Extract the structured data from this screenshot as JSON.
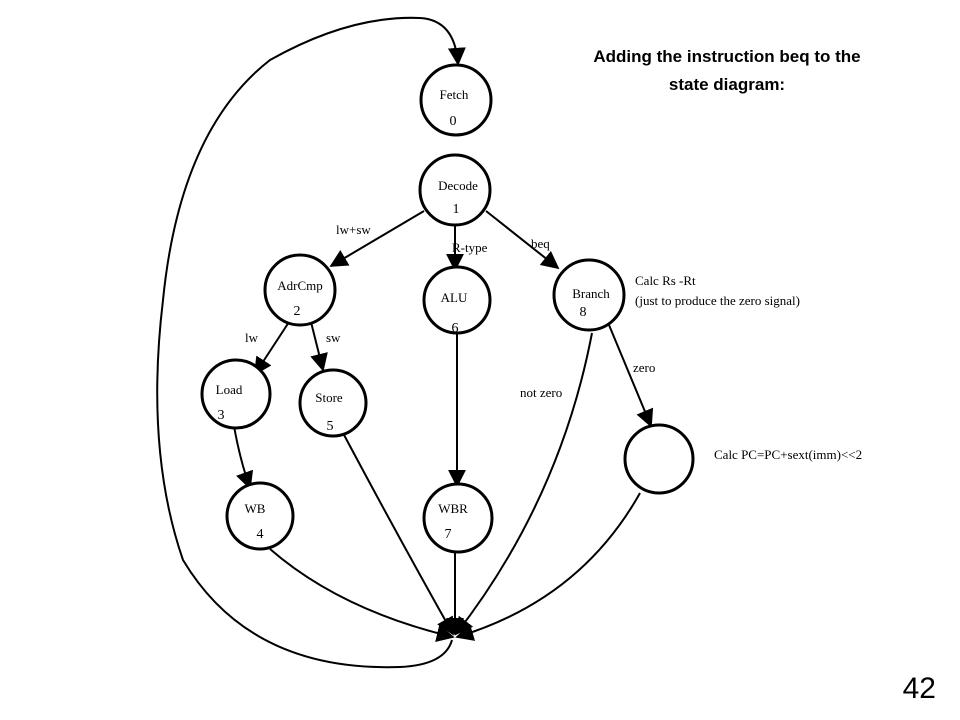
{
  "title": {
    "line1": "Adding the instruction beq to the",
    "line2": "state diagram:"
  },
  "states": {
    "fetch": {
      "name": "Fetch",
      "number": "0"
    },
    "decode": {
      "name": "Decode",
      "number": "1"
    },
    "adrcmp": {
      "name": "AdrCmp",
      "number": "2"
    },
    "alu": {
      "name": "ALU",
      "number": "6"
    },
    "branch": {
      "name": "Branch",
      "number": "8"
    },
    "load": {
      "name": "Load",
      "number": "3"
    },
    "store": {
      "name": "Store",
      "number": "5"
    },
    "wb": {
      "name": "WB",
      "number": "4"
    },
    "wbr": {
      "name": "WBR",
      "number": "7"
    },
    "new_state": {
      "name": "",
      "number": ""
    }
  },
  "edge_labels": {
    "lw_sw": "lw+sw",
    "r_type": "R-type",
    "beq": "beq",
    "lw": "lw",
    "sw": "sw",
    "zero": "zero",
    "not_zero": "not zero"
  },
  "notes": {
    "branch_line1": "Calc  Rs -Rt",
    "branch_line2": "(just to produce the zero signal)",
    "new_state": "Calc PC=PC+sext(imm)<<2"
  },
  "page_number": "42"
}
